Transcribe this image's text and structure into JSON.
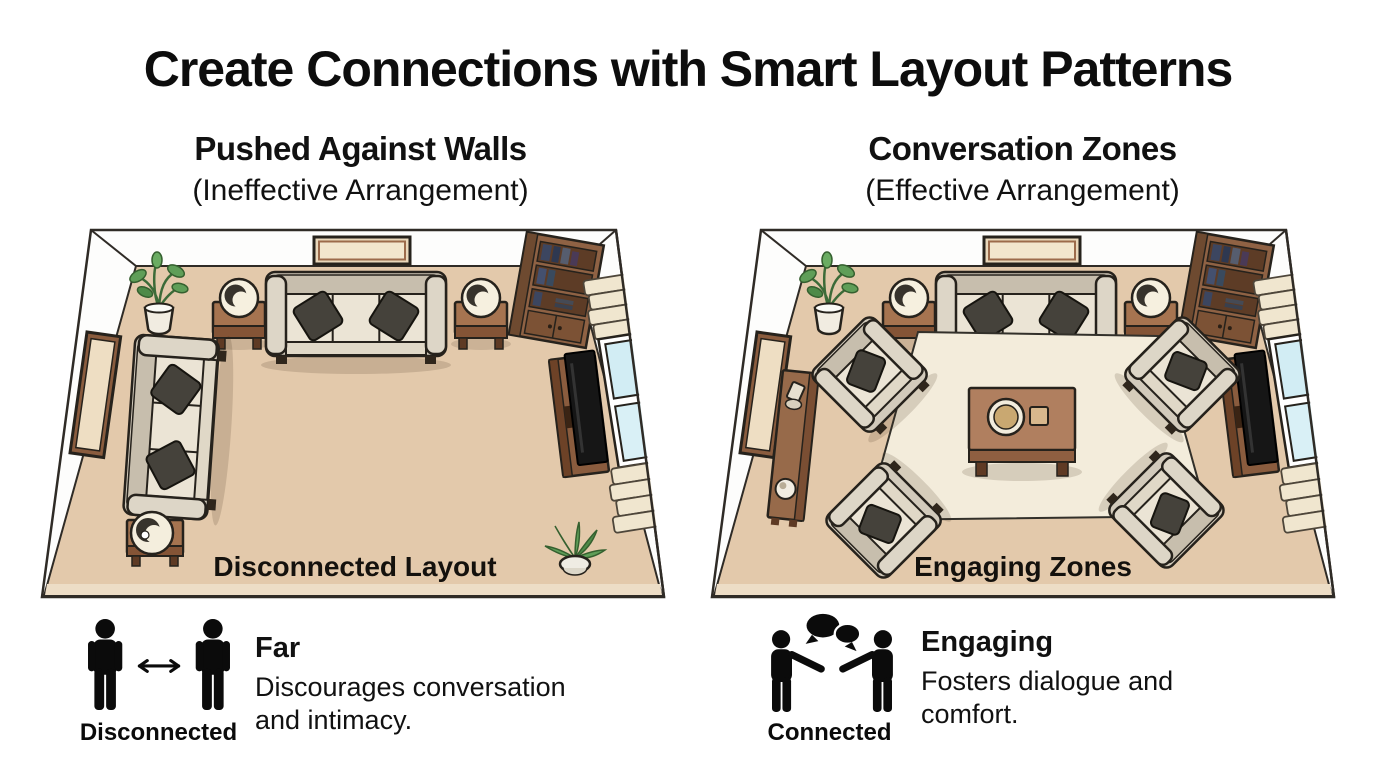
{
  "title": "Create Connections with Smart Layout Patterns",
  "panels": {
    "left": {
      "heading": "Pushed Against Walls",
      "subheading": "(Ineffective Arrangement)",
      "room_caption": "Disconnected Layout",
      "legend": {
        "icon": "people-distant-icon",
        "icon_caption": "Disconnected",
        "label": "Far",
        "description": "Discourages conversation and intimacy."
      }
    },
    "right": {
      "heading": "Conversation Zones",
      "subheading": "(Effective Arrangement)",
      "room_caption": "Engaging Zones",
      "legend": {
        "icon": "people-talking-icon",
        "icon_caption": "Connected",
        "label": "Engaging",
        "description": "Fosters dialogue and comfort."
      }
    }
  },
  "colors": {
    "background": "#ffffff",
    "text": "#111111",
    "floor": "#e3c9ab",
    "rug": "#f3ecdb",
    "wood": "#9c6b4b",
    "wood_dark": "#845436",
    "sofa": "#d2cabb",
    "cushion": "#ebe4d5",
    "pillow": "#45423b",
    "plant": "#5f9e58",
    "window_glass": "#d2edf4",
    "curtain": "#f0e6cf",
    "outline": "#26221c",
    "icon_black": "#0b0b0b"
  }
}
